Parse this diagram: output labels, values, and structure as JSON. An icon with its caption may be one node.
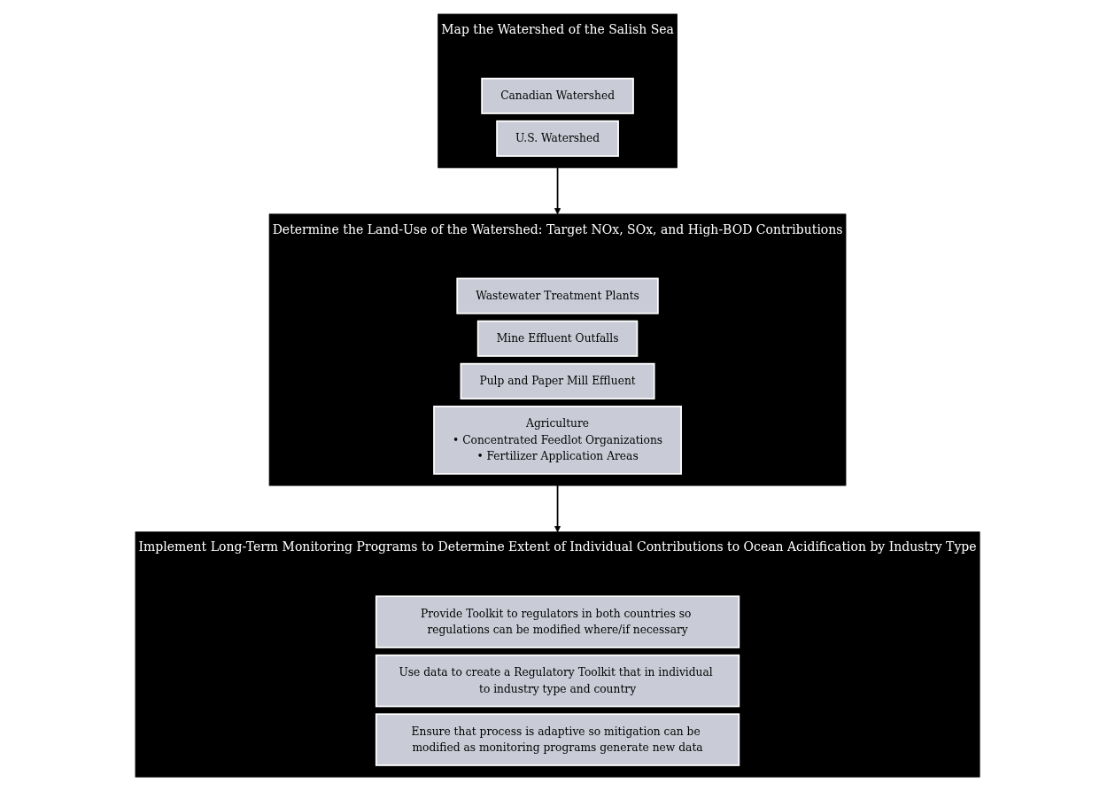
{
  "diagram": {
    "nodes": [
      {
        "text": [
          "Map the Watershed of the Salish Sea"
        ]
      },
      {
        "text": [
          "Canadian Watershed"
        ],
        "in": 0
      },
      {
        "text": [
          "U.S. Watershed"
        ],
        "in": 0
      },
      {
        "text": [
          "Determine the Land-Use of the Watershed: Target NOx, SOx, and High-BOD Contributions"
        ]
      },
      {
        "text": [
          "Wastewater Treatment Plants"
        ],
        "in": 3
      },
      {
        "text": [
          "Mine Effluent Outfalls"
        ],
        "in": 3
      },
      {
        "text": [
          "Pulp and Paper Mill Effluent"
        ],
        "in": 3
      },
      {
        "text": [
          "Agriculture",
          "• Concentrated Feedlot Organizations",
          "• Fertilizer Application Areas"
        ],
        "in": 3
      },
      {
        "text": [
          "Implement Long-Term Monitoring Programs to Determine Extent of Individual Contributions to Ocean Acidification by Industry Type"
        ]
      },
      {
        "text": [
          "Provide Toolkit to regulators in both countries so regulations can be modified where/if necessary"
        ],
        "in": 8
      },
      {
        "text": [
          "Use data to create a Regulatory Toolkit that in individual to industry type and country"
        ],
        "in": 8
      },
      {
        "text": [
          "Ensure that process is adaptive so mitigation can be modified as monitoring programs generate new data"
        ],
        "in": 8
      }
    ],
    "edges": [
      {
        "from": 0,
        "to": 3,
        "arrow": "to"
      },
      {
        "from": 3,
        "to": 8,
        "arrow": "to"
      }
    ]
  }
}
